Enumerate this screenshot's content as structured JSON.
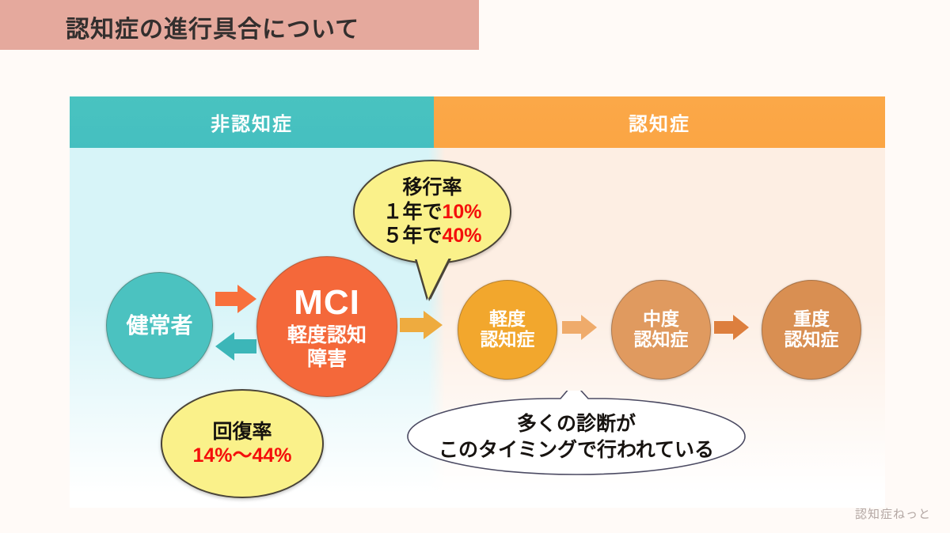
{
  "page": {
    "title": "認知症の進行具合について",
    "footer_credit": "認知症ねっと"
  },
  "colors": {
    "title_band": "#e5a99d",
    "band_non_dementia": "#49c3c0",
    "band_dementia": "#fba848",
    "bg_left": "#d7f4f8",
    "bg_right": "#fdeee3",
    "normal": "#4bc2c0",
    "mci": "#f4683a",
    "mild": "#f2a72d",
    "moderate": "#e09a5f",
    "severe": "#d98f52",
    "bubble": "#faf18a",
    "highlight_red": "#f40f0b"
  },
  "bands": {
    "left_label": "非認知症",
    "right_label": "認知症"
  },
  "stages": {
    "normal": {
      "label": "健常者"
    },
    "mci": {
      "abbr": "MCI",
      "line1": "軽度認知",
      "line2": "障害"
    },
    "mild": {
      "line1": "軽度",
      "line2": "認知症"
    },
    "moderate": {
      "line1": "中度",
      "line2": "認知症"
    },
    "severe": {
      "line1": "重度",
      "line2": "認知症"
    }
  },
  "arrows": {
    "normal_to_mci": "arrow-right-orange",
    "mci_to_normal": "arrow-left-teal",
    "mci_to_mild": "arrow-right-amber",
    "mild_to_moderate": "arrow-right-tan",
    "moderate_to_severe": "arrow-right-brown"
  },
  "callouts": {
    "transition": {
      "line1": "移行率",
      "line2_prefix": "１年で",
      "line2_value": "10%",
      "line3_prefix": "５年で",
      "line3_value": "40%"
    },
    "recovery": {
      "line1": "回復率",
      "line2_value": "14%〜44%"
    },
    "diagnosis": {
      "line1": "多くの診断が",
      "line2": "このタイミングで行われている"
    }
  },
  "chart_data": {
    "type": "diagram",
    "title": "認知症の進行具合について",
    "groups": [
      {
        "name": "非認知症",
        "members": [
          "健常者",
          "MCI 軽度認知障害"
        ]
      },
      {
        "name": "認知症",
        "members": [
          "軽度認知症",
          "中度認知症",
          "重度認知症"
        ]
      }
    ],
    "nodes": [
      {
        "id": "normal",
        "label": "健常者",
        "color": "#4bc2c0"
      },
      {
        "id": "mci",
        "label": "MCI 軽度認知障害",
        "color": "#f4683a"
      },
      {
        "id": "mild",
        "label": "軽度認知症",
        "color": "#f2a72d"
      },
      {
        "id": "moderate",
        "label": "中度認知症",
        "color": "#e09a5f"
      },
      {
        "id": "severe",
        "label": "重度認知症",
        "color": "#d98f52"
      }
    ],
    "edges": [
      {
        "from": "normal",
        "to": "mci",
        "direction": "forward",
        "annotation": "移行率 1年で10% / 5年で40%"
      },
      {
        "from": "mci",
        "to": "normal",
        "direction": "backward",
        "annotation": "回復率 14%〜44%"
      },
      {
        "from": "mci",
        "to": "mild",
        "direction": "forward",
        "annotation": "多くの診断がこのタイミングで行われている"
      },
      {
        "from": "mild",
        "to": "moderate",
        "direction": "forward",
        "annotation": ""
      },
      {
        "from": "moderate",
        "to": "severe",
        "direction": "forward",
        "annotation": ""
      }
    ],
    "rates": [
      {
        "name": "1年移行率",
        "value": 10,
        "unit": "%"
      },
      {
        "name": "5年移行率",
        "value": 40,
        "unit": "%"
      },
      {
        "name": "回復率下限",
        "value": 14,
        "unit": "%"
      },
      {
        "name": "回復率上限",
        "value": 44,
        "unit": "%"
      }
    ]
  }
}
